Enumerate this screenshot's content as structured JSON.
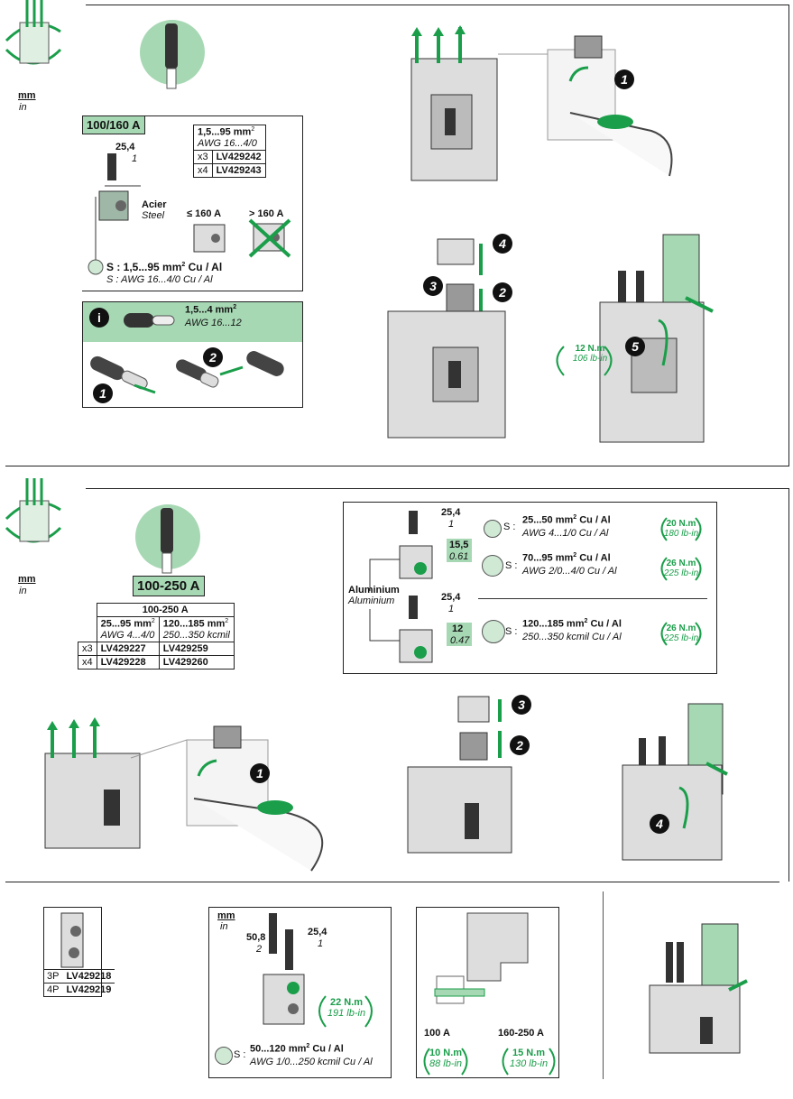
{
  "units": {
    "mm": "mm",
    "in": "in"
  },
  "section1": {
    "rating_label": "100/160 A",
    "dim_value": "25,4",
    "dim_inch": "1",
    "material": {
      "fr": "Acier",
      "en": "Steel"
    },
    "table": {
      "header_mm": "1,5...95 mm",
      "header_mm_sup": "2",
      "header_awg": "AWG 16...4/0",
      "rows": [
        {
          "qty": "x3",
          "ref": "LV429242"
        },
        {
          "qty": "x4",
          "ref": "LV429243"
        }
      ]
    },
    "le_160": "≤ 160 A",
    "gt_160": "> 160 A",
    "s_line1": "S : 1,5...95 mm",
    "s_line1_sup": "2",
    "s_line1_tail": " Cu / Al",
    "s_line2": "S : AWG 16...4/0 Cu / Al",
    "info_mm": "1,5...4 mm",
    "info_mm_sup": "2",
    "info_awg": "AWG 16...12",
    "steps": [
      "1",
      "2",
      "3",
      "4",
      "5"
    ],
    "torque": {
      "nm": "12 N.m",
      "lbin": "106 lb-in"
    }
  },
  "section2": {
    "rating_label": "100-250 A",
    "table": {
      "title": "100-250 A",
      "col1_mm": "25...95 mm",
      "col1_sup": "2",
      "col1_awg": "AWG 4...4/0",
      "col2_mm": "120...185 mm",
      "col2_sup": "2",
      "col2_kcmil": "250...350 kcmil",
      "rows": [
        {
          "qty": "x3",
          "ref1": "LV429227",
          "ref2": "LV429259"
        },
        {
          "qty": "x4",
          "ref1": "LV429228",
          "ref2": "LV429260"
        }
      ]
    },
    "alu_fr": "Aluminium",
    "alu_en": "Aluminium",
    "dim_a": "25,4",
    "dim_a_in": "1",
    "dim_b": "15,5",
    "dim_b_in": "0.61",
    "dim_c": "25,4",
    "dim_c_in": "1",
    "dim_d": "12",
    "dim_d_in": "0.47",
    "s_prefix": "S :",
    "options": [
      {
        "mm": "25...50 mm",
        "sup": "2",
        "tail": " Cu / Al",
        "awg": "AWG 4...1/0 Cu / Al",
        "nm": "20 N.m",
        "lbin": "180 lb-in"
      },
      {
        "mm": "70...95 mm",
        "sup": "2",
        "tail": " Cu / Al",
        "awg": "AWG 2/0...4/0 Cu / Al",
        "nm": "26 N.m",
        "lbin": "225 lb-in"
      },
      {
        "mm": "120...185 mm",
        "sup": "2",
        "tail": " Cu / Al",
        "awg": "250...350 kcmil Cu / Al",
        "nm": "26 N.m",
        "lbin": "225 lb-in"
      }
    ],
    "steps": [
      "1",
      "2",
      "3",
      "4"
    ]
  },
  "section3": {
    "refs": [
      {
        "p": "3P",
        "ref": "LV429218"
      },
      {
        "p": "4P",
        "ref": "LV429219"
      }
    ],
    "dim_a": "50,8",
    "dim_a_in": "2",
    "dim_b": "25,4",
    "dim_b_in": "1",
    "torque_nm": "22 N.m",
    "torque_lbin": "191 lb-in",
    "s_line1": "50...120 mm",
    "s_line1_sup": "2",
    "s_line1_tail": " Cu / Al",
    "s_line2": "AWG 1/0...250 kcmil Cu / Al",
    "s_prefix": "S :",
    "rating_100": "100 A",
    "rating_250": "160-250 A",
    "t100_nm": "10 N.m",
    "t100_lbin": "88 lb-in",
    "t250_nm": "15 N.m",
    "t250_lbin": "130 lb-in"
  },
  "colors": {
    "accent": "#1a9e4a",
    "light_green": "#a7d8b4"
  }
}
